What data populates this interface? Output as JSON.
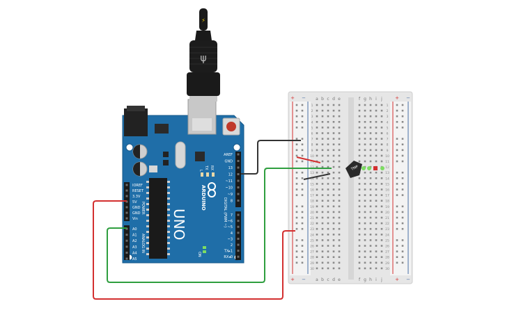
{
  "board": {
    "logo": "ARDUINO",
    "model": "UNO",
    "on_label": "ON",
    "l_label": "L",
    "tx_label": "TX",
    "rx_label": "RX",
    "power_header_title": "POWER",
    "analog_header_title": "ANALOG IN",
    "digital_header_title": "DIGITAL (PWM ~)",
    "power_pins": [
      "IOREF",
      "RESET",
      "3.3V",
      "5V",
      "GND",
      "GND",
      "Vin"
    ],
    "analog_pins": [
      "A0",
      "A1",
      "A2",
      "A3",
      "A4",
      "A5"
    ],
    "digital_top_pins": [
      "AREF",
      "GND",
      "13",
      "12",
      "~11",
      "~10",
      "~9",
      "8"
    ],
    "digital_bottom_pins": [
      "7",
      "~6",
      "~5",
      "4",
      "~3",
      "2",
      "TX▸1",
      "RX◂0"
    ]
  },
  "breadboard": {
    "columns_left": [
      "a",
      "b",
      "c",
      "d",
      "e"
    ],
    "columns_right": [
      "f",
      "g",
      "h",
      "i",
      "j"
    ],
    "rail_plus": "+",
    "rail_minus": "−",
    "row_count": 30
  },
  "sensor": {
    "label": "TMP"
  },
  "wires": {
    "power_color": "#d32f2f",
    "ground_color": "#333333",
    "signal_color": "#2e9e3e"
  },
  "colors": {
    "board": "#1f6ea8",
    "board_edge": "#17598a",
    "header": "#1a1a1a",
    "breadboard": "#ececec",
    "rail_red": "#d32f2f",
    "rail_blue": "#4a6fa5"
  },
  "usb_plug_symbol": "⚡"
}
